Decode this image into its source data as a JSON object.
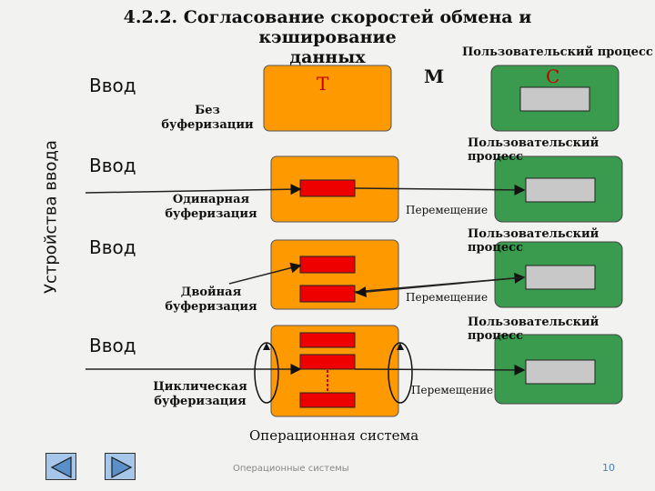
{
  "slide": {
    "title_line1": "4.2.2. Согласование скоростей обмена и кэширование",
    "title_line2": "данных",
    "side_label": "Устройства ввода",
    "input_label": "Ввод",
    "kernel_letter": "Т",
    "memory_letter": "М",
    "user_letter": "С",
    "user_process_label": "Пользовательский процесс",
    "move_label": "Перемещение",
    "os_label": "Операционная система",
    "footer_text": "Операционные системы",
    "page_number": "10"
  },
  "rows": [
    {
      "mode_line1": "Без",
      "mode_line2": "буферизации"
    },
    {
      "mode_line1": "Одинарная",
      "mode_line2": "буферизация"
    },
    {
      "mode_line1": "Двойная",
      "mode_line2": "буферизация"
    },
    {
      "mode_line1": "Циклическая",
      "mode_line2": "буферизация"
    }
  ],
  "colors": {
    "os_box": "#ff9900",
    "user_box": "#3a9a4e",
    "buffer": "#ee0000",
    "memory_cell": "#c8c8c8",
    "nav_button": "#a6c6ea"
  },
  "nav": {
    "back_icon": "triangle-left-icon",
    "forward_icon": "triangle-right-icon"
  }
}
